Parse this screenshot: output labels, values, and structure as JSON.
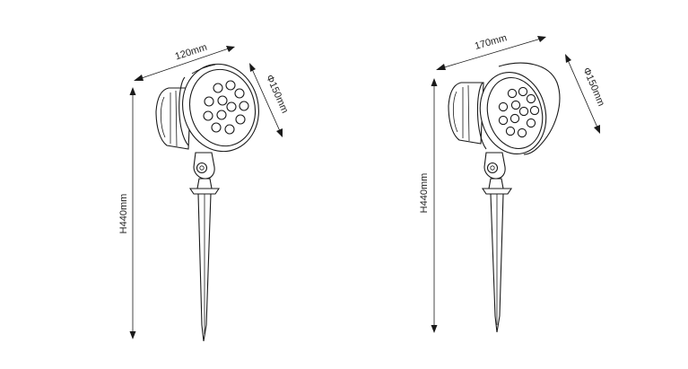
{
  "drawings": [
    {
      "id": "lamp-left",
      "width_label": "120mm",
      "diameter_label": "Φ150mm",
      "height_label": "H440mm",
      "led_count": 12
    },
    {
      "id": "lamp-right",
      "width_label": "170mm",
      "diameter_label": "Φ150mm",
      "height_label": "H440mm",
      "led_count": 12
    }
  ]
}
